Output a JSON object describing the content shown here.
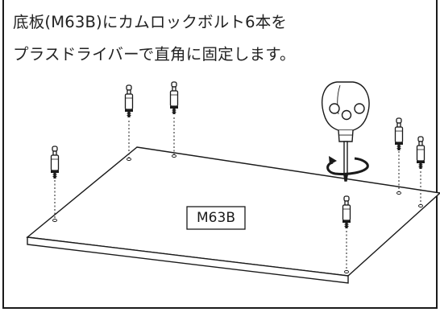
{
  "instruction": {
    "line1": "底板(M63B)にカムロックボルト6本を",
    "line2": "プラスドライバーで直角に固定します。"
  },
  "part_label": "M63B",
  "colors": {
    "line": "#1a1a1a",
    "board": "#ffffff",
    "background": "#ffffff"
  },
  "icons": [
    "cam-lock-bolt-icon",
    "screwdriver-icon",
    "rotation-arrow-icon"
  ]
}
